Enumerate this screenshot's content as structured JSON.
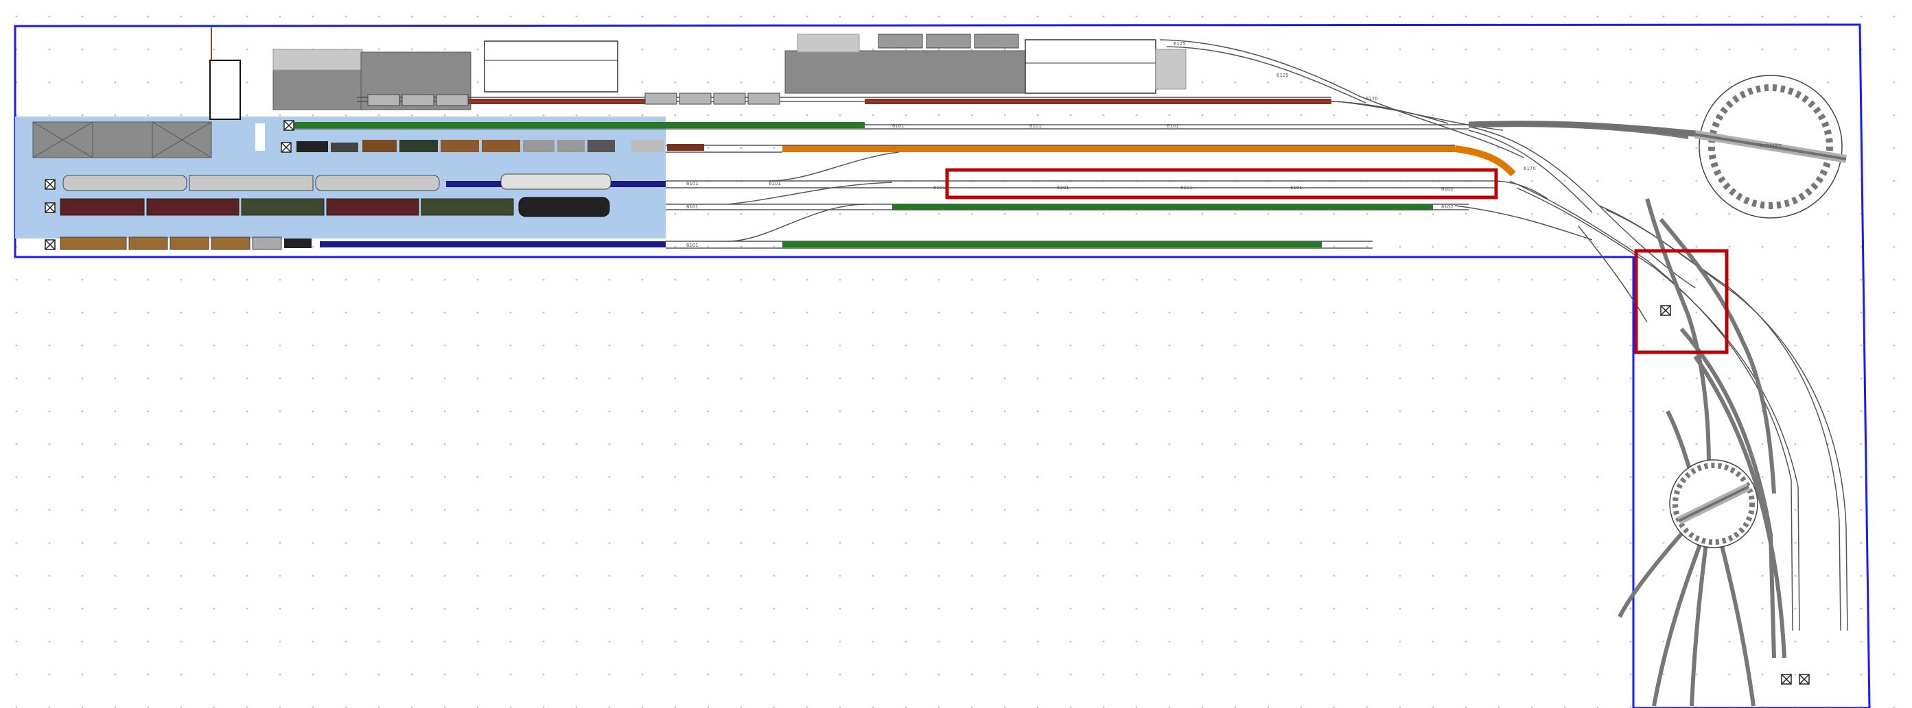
{
  "colors": {
    "board_outline": "#1a1aff",
    "staging_area": "#aecbeb",
    "highlight_box": "#c00000",
    "track_rail": "#555555",
    "siding_red": "#a02818",
    "siding_green": "#1e7d1e",
    "siding_orange": "#e07800",
    "siding_blue": "#1c1c80",
    "building_dark": "#8a8a8a",
    "building_light": "#c8c8c8",
    "turntable_track": "#777777"
  },
  "board": {
    "shape": "L-shaped layout board"
  },
  "staging": {
    "tracks": [
      {
        "id": "staging-1",
        "color": "siding_red",
        "has_train": true
      },
      {
        "id": "staging-2",
        "color": "siding_green",
        "has_train": false
      },
      {
        "id": "staging-3",
        "color": "siding_orange",
        "has_train": true
      },
      {
        "id": "staging-4",
        "color": "siding_blue",
        "has_train": true
      },
      {
        "id": "staging-5",
        "color": "siding_green",
        "has_train": true
      },
      {
        "id": "staging-6",
        "color": "siding_blue",
        "has_train": true
      }
    ]
  },
  "track_labels": {
    "short": "6101",
    "long": "6101",
    "double": "6102",
    "curve": "6125",
    "turnout": "6170"
  },
  "turntables": [
    {
      "id": "turntable-upper",
      "description": "Large turntable with radial stub"
    },
    {
      "id": "turntable-lower",
      "description": "Small turntable with fan of roundhouse tracks"
    }
  ],
  "highlights": [
    {
      "id": "highlight-siding",
      "description": "Selected track section"
    },
    {
      "id": "highlight-junction",
      "description": "Selected junction"
    }
  ],
  "buildings": [
    {
      "id": "building-goods-shed",
      "tone": "dark"
    },
    {
      "id": "building-warehouse",
      "tone": "light"
    },
    {
      "id": "building-depot",
      "tone": "dark"
    },
    {
      "id": "building-hall",
      "tone": "light"
    }
  ]
}
